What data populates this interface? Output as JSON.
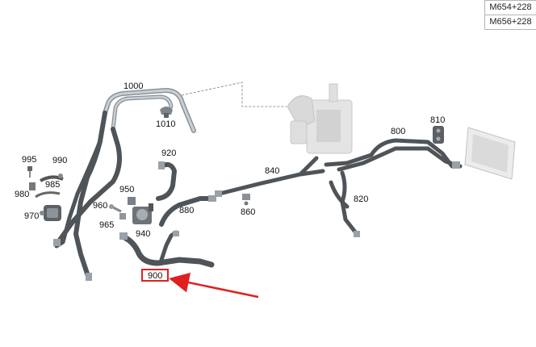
{
  "engine_codes": [
    "M654+228",
    "M656+228"
  ],
  "part_labels": {
    "p1000": "1000",
    "p1010": "1010",
    "p995": "995",
    "p990": "990",
    "p985": "985",
    "p980": "980",
    "p970": "970",
    "p920": "920",
    "p950": "950",
    "p960": "960",
    "p965": "965",
    "p940": "940",
    "p880": "880",
    "p900": "900",
    "p840": "840",
    "p860": "860",
    "p800": "800",
    "p810": "810",
    "p820": "820"
  },
  "highlighted_part": "900",
  "colors": {
    "hose": "#4f5459",
    "hose_light": "#a9b0b6",
    "component": "#dcdcdc",
    "highlight": "#e02020"
  }
}
